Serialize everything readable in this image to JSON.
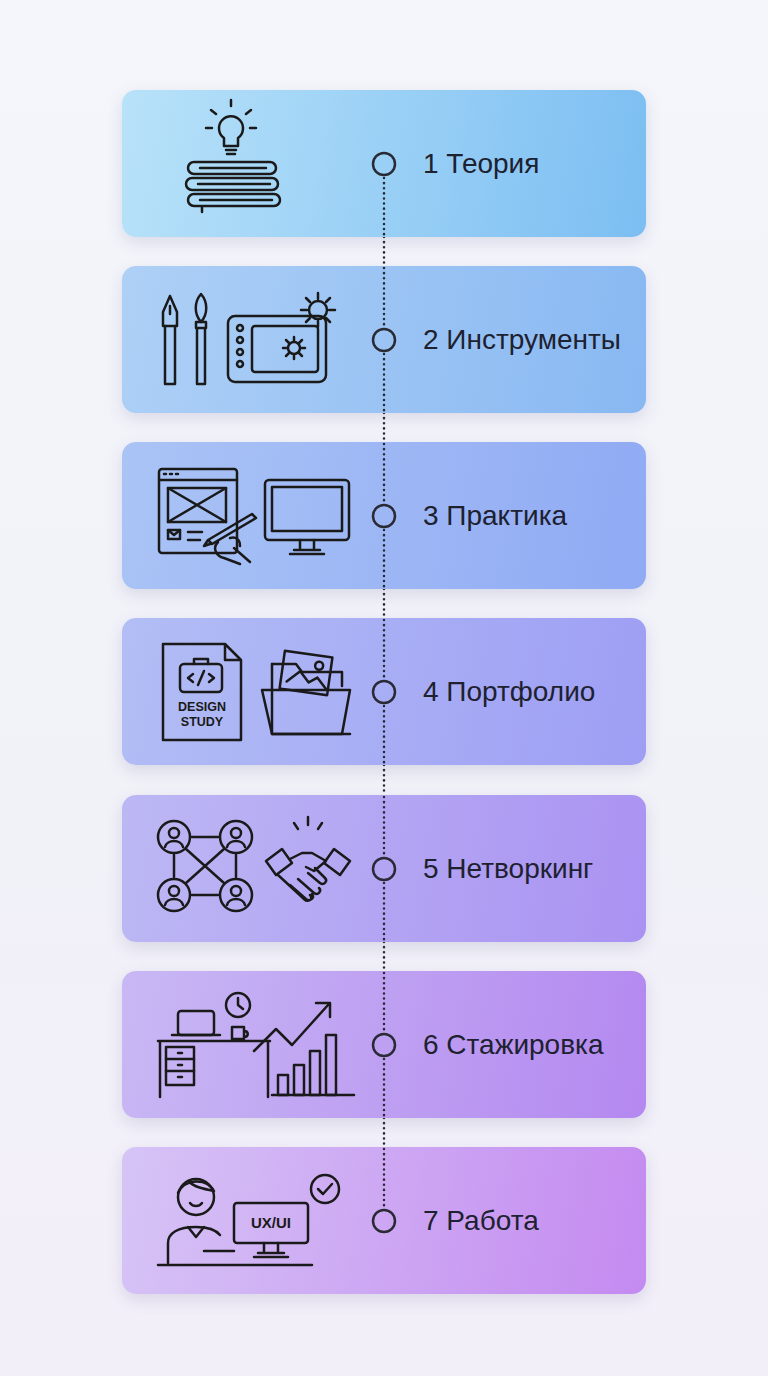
{
  "diagram": {
    "nodes": [
      {
        "text": [
          "1 Теория"
        ]
      },
      {
        "text": [
          "2 Инструменты"
        ]
      },
      {
        "text": [
          "3 Практика"
        ]
      },
      {
        "text": [
          "4 Портфолио"
        ]
      },
      {
        "text": [
          "5 Нетворкинг"
        ]
      },
      {
        "text": [
          "6 Стажировка"
        ]
      },
      {
        "text": [
          "7 Работа"
        ]
      }
    ],
    "edges": [
      {
        "from": 0,
        "to": 1,
        "arrow": "none"
      },
      {
        "from": 1,
        "to": 2,
        "arrow": "none"
      },
      {
        "from": 2,
        "to": 3,
        "arrow": "none"
      },
      {
        "from": 3,
        "to": 4,
        "arrow": "none"
      },
      {
        "from": 4,
        "to": 5,
        "arrow": "none"
      },
      {
        "from": 5,
        "to": 6,
        "arrow": "none"
      }
    ],
    "labels": [
      "DESIGN STUDY",
      "UX/UI"
    ]
  }
}
